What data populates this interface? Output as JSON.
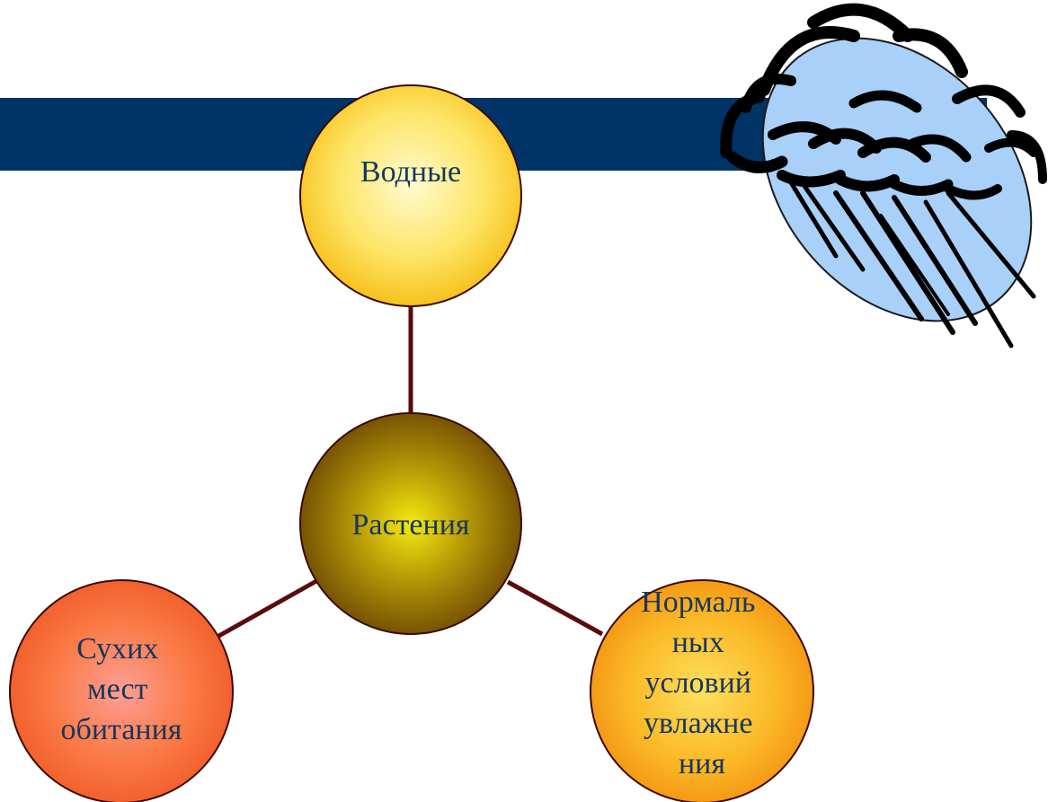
{
  "diagram": {
    "center": {
      "label": "Растения"
    },
    "nodes": [
      {
        "id": "water",
        "label_lines": [
          "Водные"
        ]
      },
      {
        "id": "dry",
        "label_lines": [
          "Сухих",
          "мест",
          "обитания"
        ]
      },
      {
        "id": "normal",
        "label_lines": [
          "Нормаль",
          "ных",
          "условий",
          "увлажне",
          "ния"
        ]
      }
    ]
  },
  "colors": {
    "banner": "#003366",
    "connector": "#5a0b0b",
    "text": "#17375e",
    "cloud_fill": "#a8d0f8"
  },
  "icons": [
    "rain-cloud-icon"
  ]
}
